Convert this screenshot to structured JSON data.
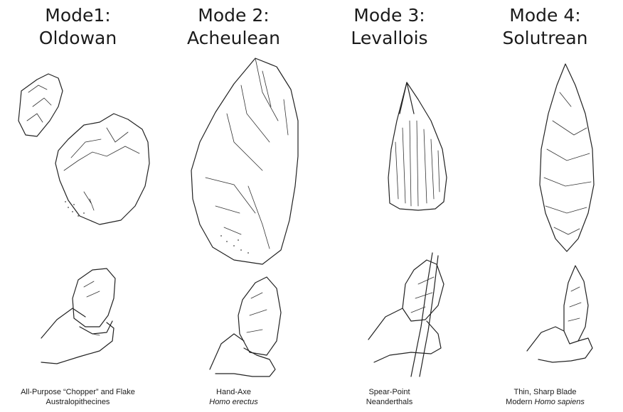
{
  "modes": [
    {
      "title_line1": "Mode1:",
      "title_line2": "Oldowan",
      "caption_line1": "All-Purpose “Chopper” and Flake",
      "caption_line2_plain": "Australopithecines",
      "caption_line2_italic": ""
    },
    {
      "title_line1": "Mode 2:",
      "title_line2": "Acheulean",
      "caption_line1": "Hand-Axe",
      "caption_line2_plain": "",
      "caption_line2_italic": "Homo erectus"
    },
    {
      "title_line1": "Mode 3:",
      "title_line2": "Levallois",
      "caption_line1": "Spear-Point",
      "caption_line2_plain": "Neanderthals",
      "caption_line2_italic": ""
    },
    {
      "title_line1": "Mode 4:",
      "title_line2": "Solutrean",
      "caption_line1": "Thin, Sharp Blade",
      "caption_line2_plain": "Modern ",
      "caption_line2_italic": "Homo sapiens"
    }
  ]
}
